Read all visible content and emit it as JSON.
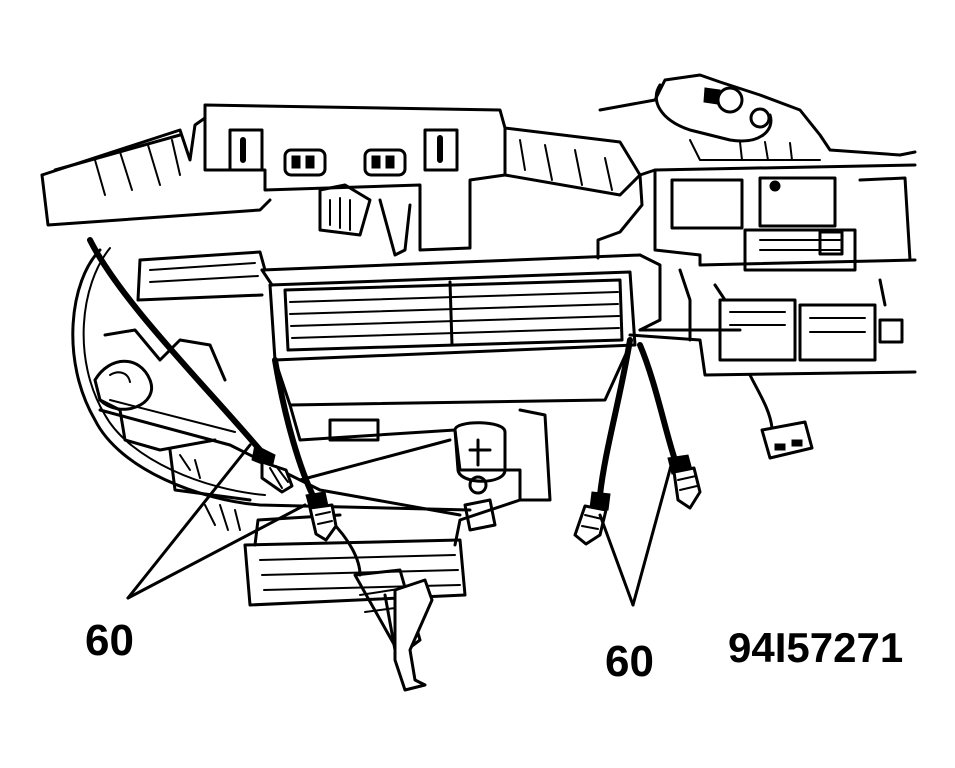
{
  "diagram": {
    "figure_id": "94I57271",
    "callouts": [
      {
        "id": "left",
        "label": "60"
      },
      {
        "id": "right",
        "label": "60"
      }
    ],
    "colors": {
      "ink": "#000000",
      "paper": "#ffffff"
    }
  }
}
